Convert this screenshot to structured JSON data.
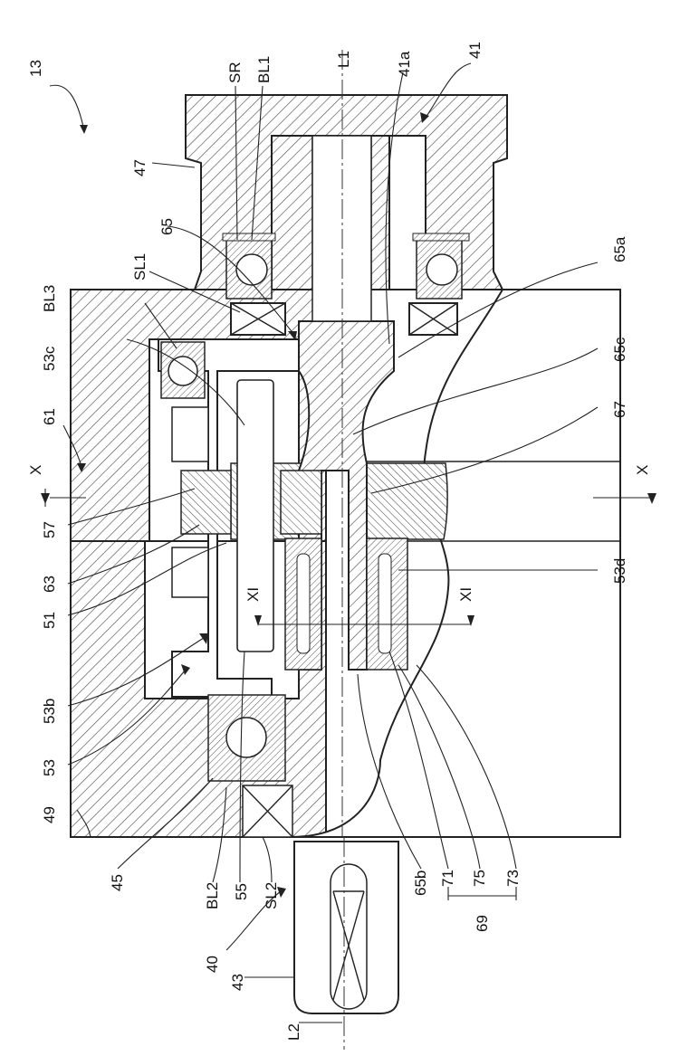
{
  "figure": {
    "labels": {
      "l13": "13",
      "l41": "41",
      "l41a": "41a",
      "lL1": "L1",
      "lSR": "SR",
      "lBL1": "BL1",
      "l47": "47",
      "l65": "65",
      "l65a": "65a",
      "lSL1": "SL1",
      "lBL3": "BL3",
      "l53c": "53c",
      "l65c": "65c",
      "l61": "61",
      "l67": "67",
      "lX_left": "X",
      "lX_right": "X",
      "l57": "57",
      "l63": "63",
      "l53d": "53d",
      "l51": "51",
      "lXI_left": "XI",
      "lXI_right": "XI",
      "l53b": "53b",
      "l53": "53",
      "l49": "49",
      "l45": "45",
      "lBL2": "BL2",
      "l55": "55",
      "lSL2": "SL2",
      "l40": "40",
      "l43": "43",
      "lL2": "L2",
      "l65b": "65b",
      "l71": "71",
      "l75": "75",
      "l73": "73",
      "l69": "69"
    }
  }
}
